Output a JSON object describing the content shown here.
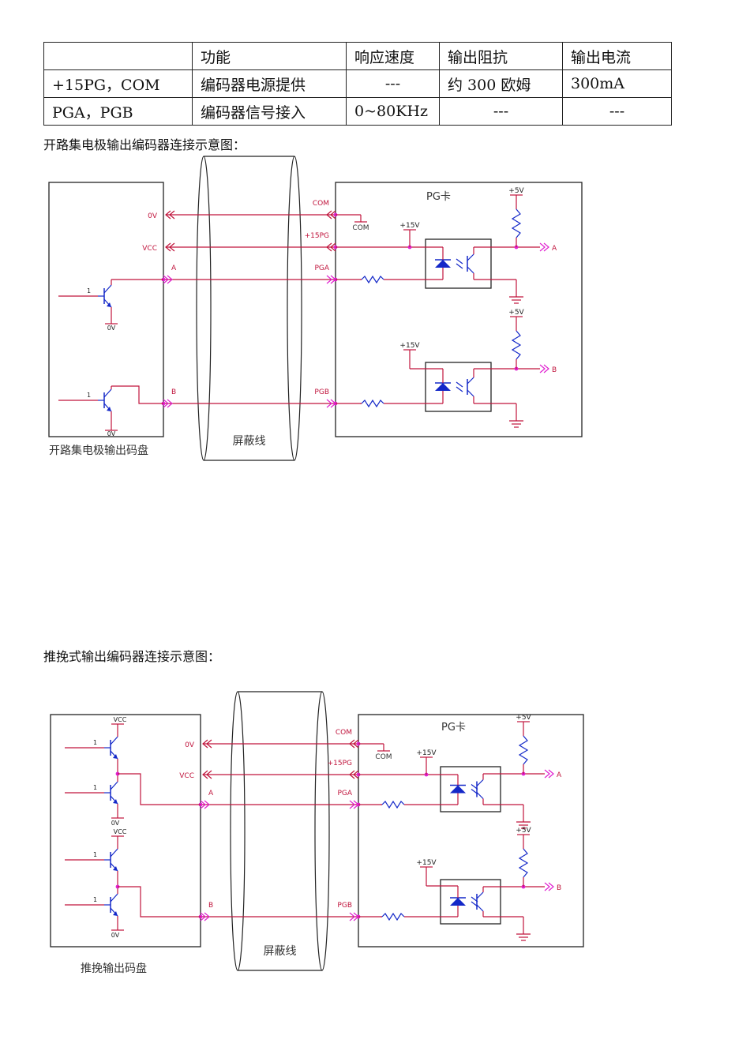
{
  "table": {
    "headers": [
      "",
      "功能",
      "响应速度",
      "输出阻抗",
      "输出电流"
    ],
    "rows": [
      [
        "+15PG，COM",
        "编码器电源提供",
        "---",
        "约 300 欧姆",
        "300mA"
      ],
      [
        "PGA，PGB",
        "编码器信号接入",
        "0~80KHz",
        "---",
        "---"
      ]
    ]
  },
  "section1": {
    "caption": "开路集电极输出编码器连接示意图：",
    "encoder_label": "开路集电极输出码盘",
    "cable_label": "屏蔽线",
    "card_label": "PG卡",
    "left_labels": {
      "ov": "0V",
      "vcc": "VCC",
      "a": "A",
      "b": "B",
      "gnd": "0V",
      "input": "1"
    },
    "right_labels": {
      "com": "COM",
      "p15pg": "+15PG",
      "pga": "PGA",
      "pgb": "PGB",
      "com_gnd": "COM",
      "p15v": "+15V",
      "p5v": "+5V",
      "out_a": "A",
      "out_b": "B"
    }
  },
  "section2": {
    "caption": "推挽式输出编码器连接示意图：",
    "encoder_label": "推挽输出码盘",
    "cable_label": "屏蔽线",
    "card_label": "PG卡",
    "left_labels": {
      "ov": "0V",
      "vcc": "VCC",
      "a": "A",
      "b": "B",
      "gnd": "0V",
      "input": "1"
    },
    "right_labels": {
      "com": "COM",
      "p15pg": "+15PG",
      "pga": "PGA",
      "pgb": "PGB",
      "com_gnd": "COM",
      "p15v": "+15V",
      "p5v": "+5V",
      "out_a": "A",
      "out_b": "B"
    }
  },
  "colors": {
    "wire": "#c0143c",
    "node": "#e020d0",
    "component": "#1428c8",
    "outline": "#222222"
  }
}
